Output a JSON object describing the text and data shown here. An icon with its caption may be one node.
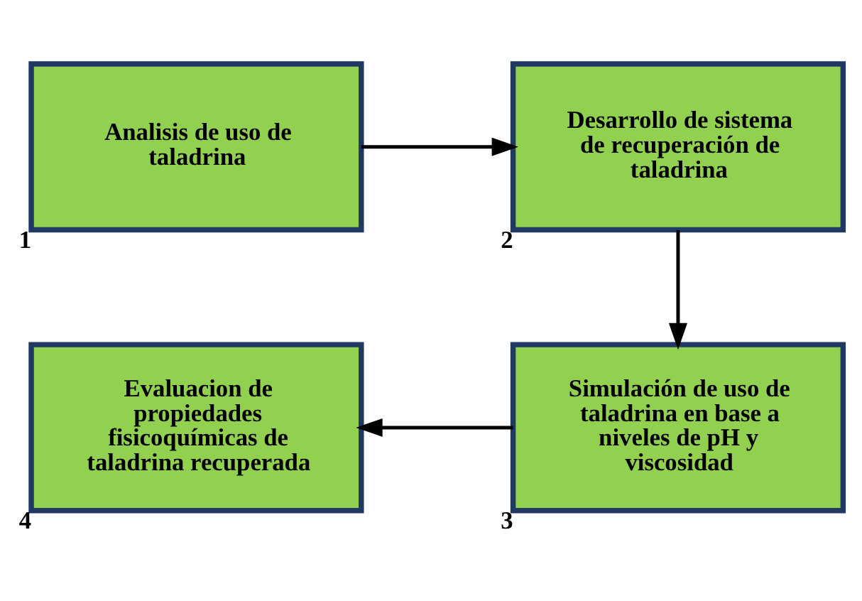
{
  "diagram": {
    "nodes": [
      {
        "text": [
          "Analisis de uso de taladrina"
        ],
        "beside": [
          "1"
        ]
      },
      {
        "text": [
          "Desarrollo de sistema de recuperación de taladrina"
        ],
        "beside": [
          "2"
        ]
      },
      {
        "text": [
          "Evaluacion de propiedades fisicoquímicas de taladrina recuperada"
        ],
        "beside": [
          "4"
        ]
      },
      {
        "text": [
          "Simulación de uso de taladrina en base a niveles de pH y viscosidad"
        ],
        "beside": [
          "3"
        ]
      }
    ],
    "edges": [
      {
        "from": 0,
        "to": 1,
        "arrow": "to"
      },
      {
        "from": 1,
        "to": 3,
        "arrow": "to"
      },
      {
        "from": 3,
        "to": 2,
        "arrow": "to"
      }
    ]
  }
}
